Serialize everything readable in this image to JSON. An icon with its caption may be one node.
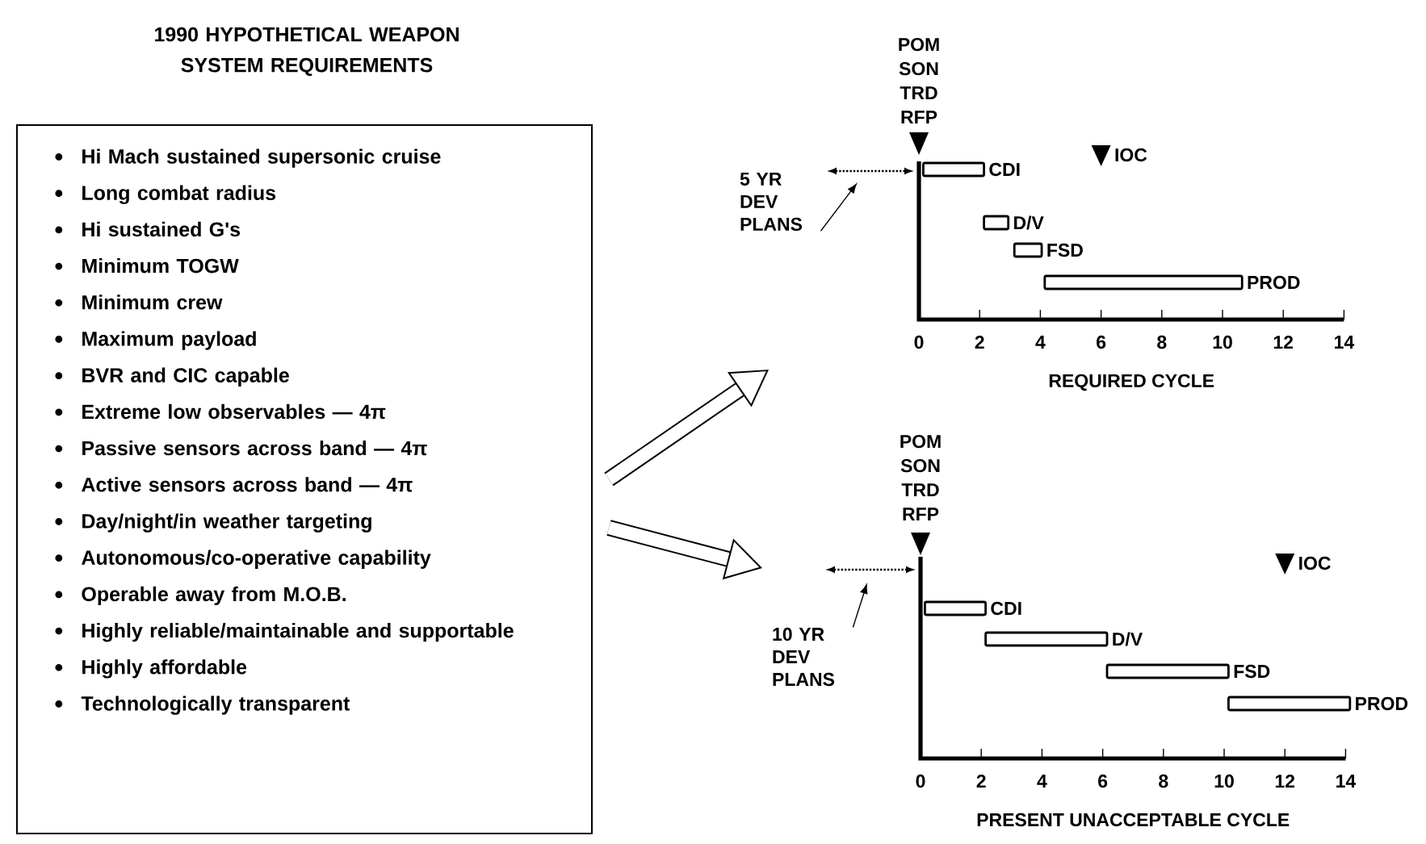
{
  "diagram": {
    "title": "1990 HYPOTHETICAL WEAPON SYSTEM REQUIREMENTS",
    "nodes": [
      {
        "text": [
          "Hi Mach sustained supersonic cruise",
          "Long combat radius",
          "Hi sustained G's",
          "Minimum TOGW",
          "Minimum crew",
          "Maximum payload",
          "BVR and CIC capable",
          "Extreme low observables — 4π",
          "Passive sensors across band — 4π",
          "Active sensors across band — 4π",
          "Day/night/in weather targeting",
          "Autonomous/co-operative capability",
          "Operable away from M.O.B.",
          "Highly reliable/maintainable and supportable",
          "Highly affordable",
          "Technologically transparent"
        ]
      },
      {
        "text": [],
        "shape": "bar",
        "beside": [
          "CDI"
        ]
      },
      {
        "text": [],
        "shape": "bar",
        "beside": [
          "D/V"
        ]
      },
      {
        "text": [],
        "shape": "bar",
        "beside": [
          "FSD"
        ]
      },
      {
        "text": [],
        "shape": "bar",
        "beside": [
          "PROD"
        ]
      },
      {
        "text": [
          "5 YR DEV PLANS"
        ]
      },
      {
        "text": [],
        "shape": "bar",
        "beside": [
          "CDI"
        ]
      },
      {
        "text": [],
        "shape": "bar",
        "beside": [
          "D/V"
        ]
      },
      {
        "text": [],
        "shape": "bar",
        "beside": [
          "FSD"
        ]
      },
      {
        "text": [],
        "shape": "bar",
        "beside": [
          "PROD"
        ]
      },
      {
        "text": [
          "10 YR DEV PLANS"
        ]
      }
    ],
    "edges": [
      {
        "from": 0,
        "to": null,
        "arrow": "to",
        "style": "thick"
      },
      {
        "from": 0,
        "to": null,
        "arrow": "to",
        "style": "thick"
      },
      {
        "from": 5,
        "to": null,
        "arrow": "to"
      },
      {
        "from": 10,
        "to": null,
        "arrow": "to"
      }
    ],
    "labels": [
      "POM SON TRD RFP",
      "IOC",
      "0",
      "2",
      "4",
      "6",
      "8",
      "10",
      "12",
      "14",
      "REQUIRED CYCLE",
      "POM SON TRD RFP",
      "IOC",
      "0",
      "2",
      "4",
      "6",
      "8",
      "10",
      "12",
      "14",
      "PRESENT UNACCEPTABLE CYCLE"
    ]
  }
}
